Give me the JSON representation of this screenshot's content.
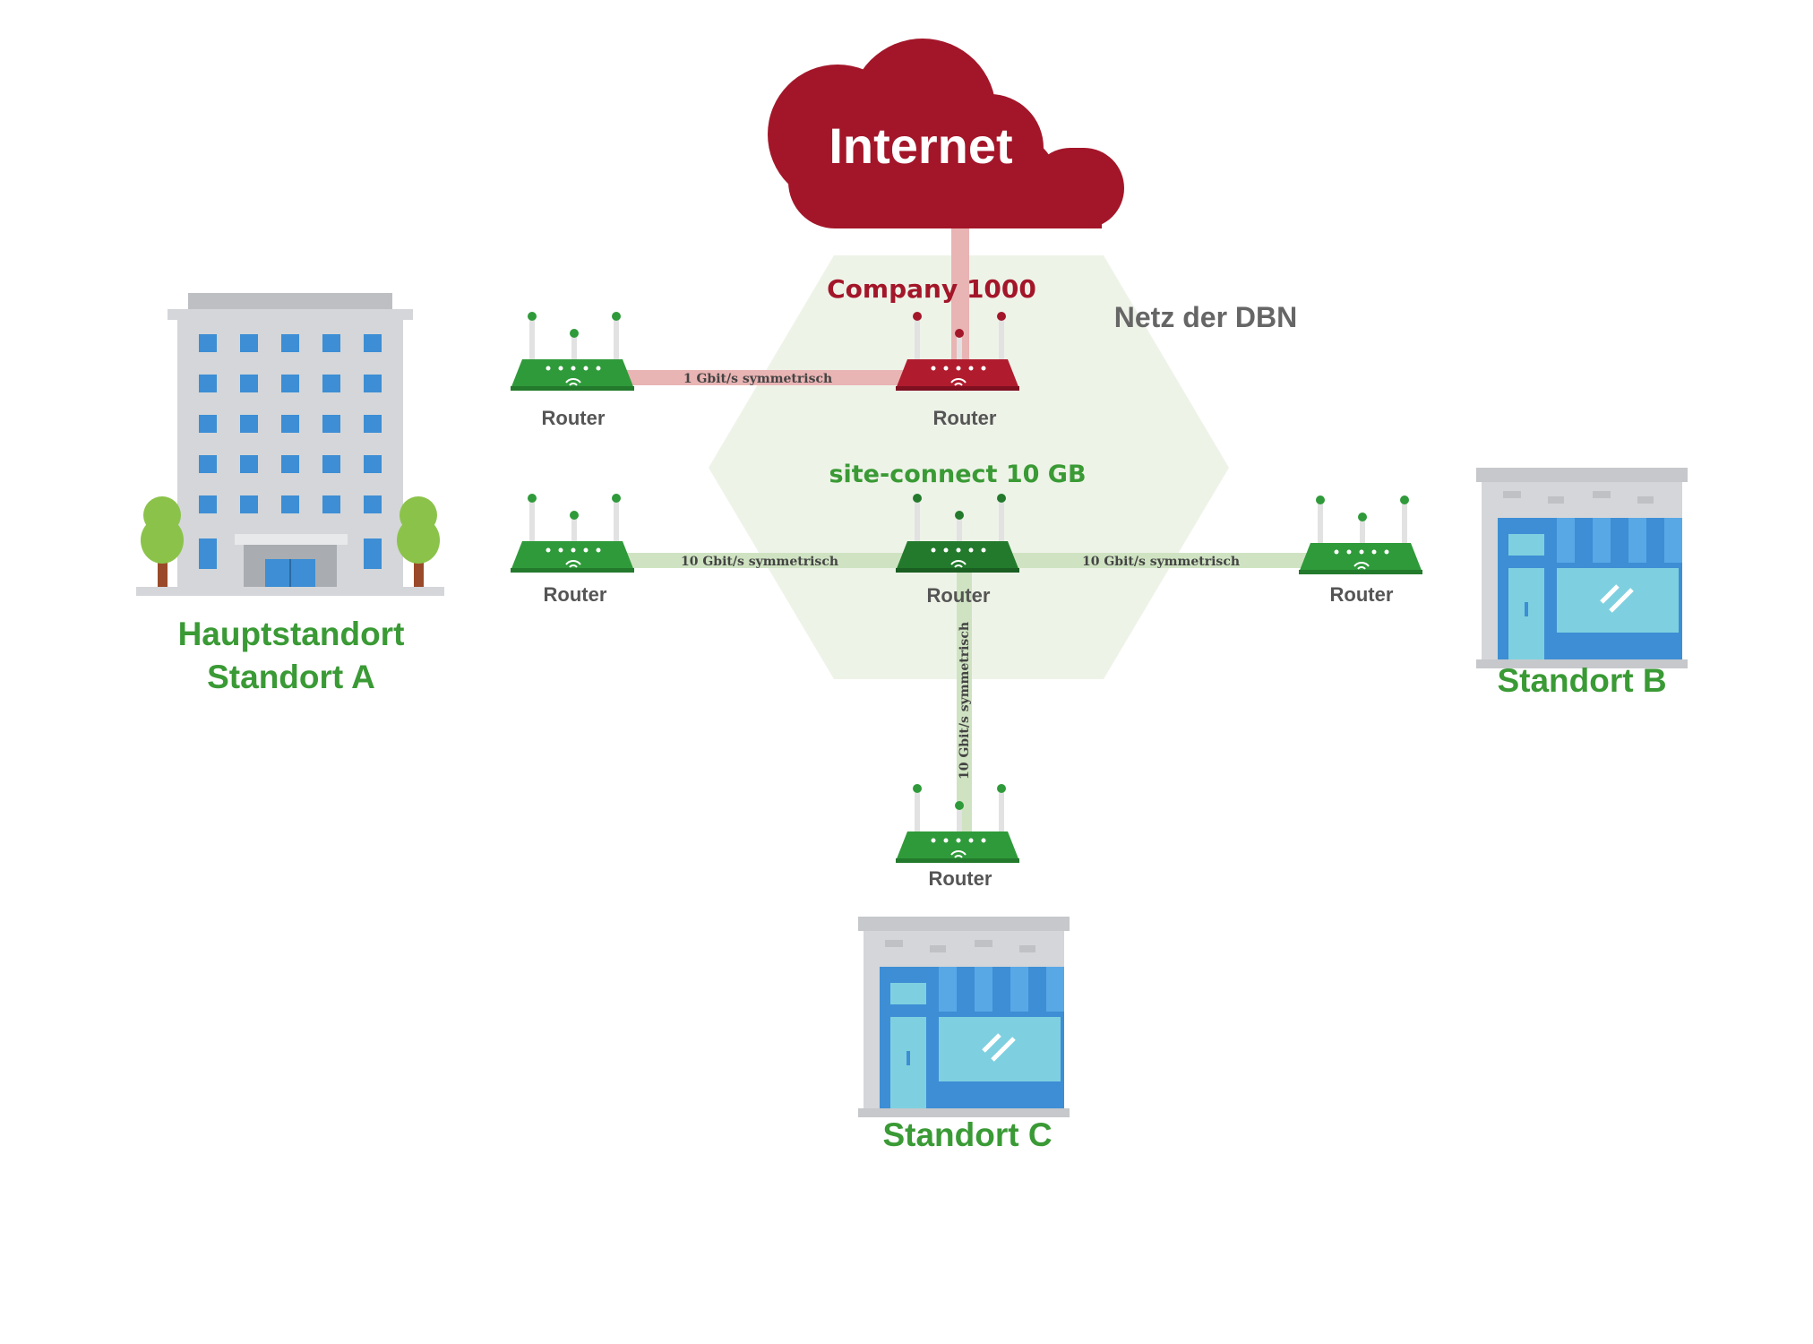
{
  "internet": {
    "label": "Internet"
  },
  "network": {
    "name": "Netz der DBN",
    "company_label": "Company 1000",
    "site_connect_label": "site-connect 10 GB"
  },
  "routers": [
    {
      "id": "router-a-internet",
      "label": "Router"
    },
    {
      "id": "router-company",
      "label": "Router"
    },
    {
      "id": "router-a-siteconnect",
      "label": "Router"
    },
    {
      "id": "router-center",
      "label": "Router"
    },
    {
      "id": "router-b",
      "label": "Router"
    },
    {
      "id": "router-c",
      "label": "Router"
    }
  ],
  "links": [
    {
      "id": "link-a-company",
      "label": "1 Gbit/s symmetrisch"
    },
    {
      "id": "link-a-center",
      "label": "10 Gbit/s symmetrisch"
    },
    {
      "id": "link-center-b",
      "label": "10 Gbit/s symmetrisch"
    },
    {
      "id": "link-center-c",
      "label": "10 Gbit/s symmetrisch"
    }
  ],
  "sites": {
    "a_line1": "Hauptstandort",
    "a_line2": "Standort A",
    "b": "Standort B",
    "c": "Standort C"
  },
  "colors": {
    "internet_red": "#a31629",
    "site_green": "#3a9a35",
    "router_green": "#2f9a3a",
    "router_dark_green": "#237a2c",
    "link_green": "#cfe3c2",
    "link_red": "#e9b4b4",
    "hexagon": "#eef3e8"
  }
}
